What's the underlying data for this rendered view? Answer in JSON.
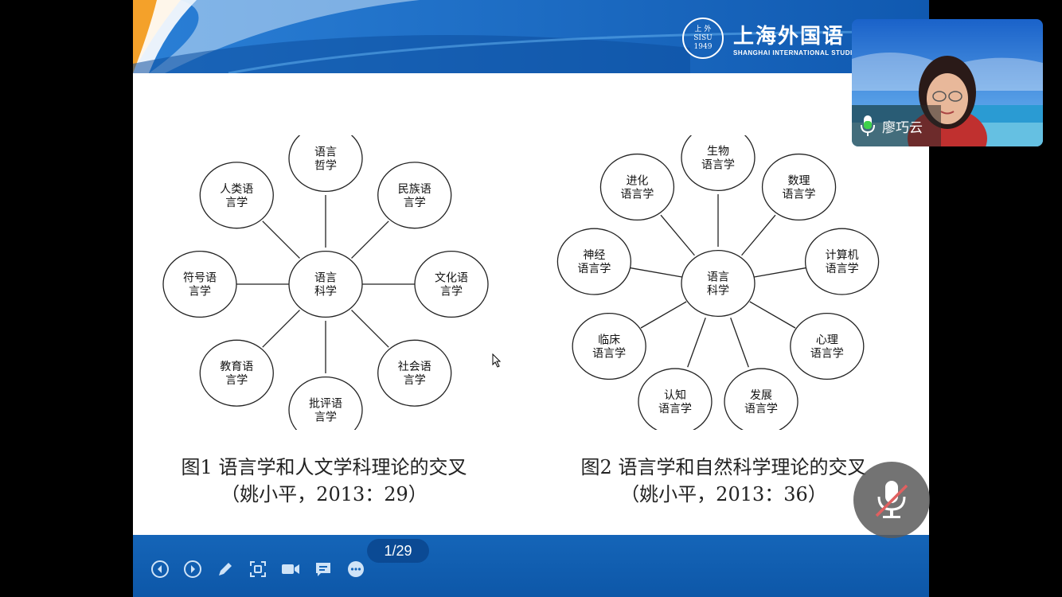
{
  "slide": {
    "university_cn": "上海外国语",
    "university_en": "SHANGHAI INTERNATIONAL STUDIES",
    "seal_text": "上 外\nSISU\n1949",
    "page_indicator": "1/29",
    "accent_colors": {
      "banner_blue": "#1668c4",
      "banner_orange": "#f4a12a",
      "footer_blue": "#1565b8"
    }
  },
  "figure1": {
    "center": "语言\n科学",
    "nodes": [
      "语言\n哲学",
      "民族语\n言学",
      "文化语\n言学",
      "社会语\n言学",
      "批评语\n言学",
      "教育语\n言学",
      "符号语\n言学",
      "人类语\n言学"
    ],
    "caption_line1": "图1 语言学和人文学科理论的交叉",
    "caption_line2": "（姚小平，2013：29）"
  },
  "figure2": {
    "center": "语言\n科学",
    "nodes": [
      "生物\n语言学",
      "数理\n语言学",
      "计算机\n语言学",
      "心理\n语言学",
      "发展\n语言学",
      "认知\n语言学",
      "临床\n语言学",
      "神经\n语言学",
      "进化\n语言学"
    ],
    "caption_line1": "图2 语言学和自然科学理论的交叉",
    "caption_line2": "（姚小平，2013：36）"
  },
  "toolbar": {
    "icons": [
      "prev-icon",
      "next-icon",
      "pen-icon",
      "screenshot-icon",
      "camera-icon",
      "chat-icon",
      "more-icon"
    ]
  },
  "video": {
    "participant_name": "廖巧云",
    "mic_status": "speaking",
    "self_mic_status": "muted"
  }
}
